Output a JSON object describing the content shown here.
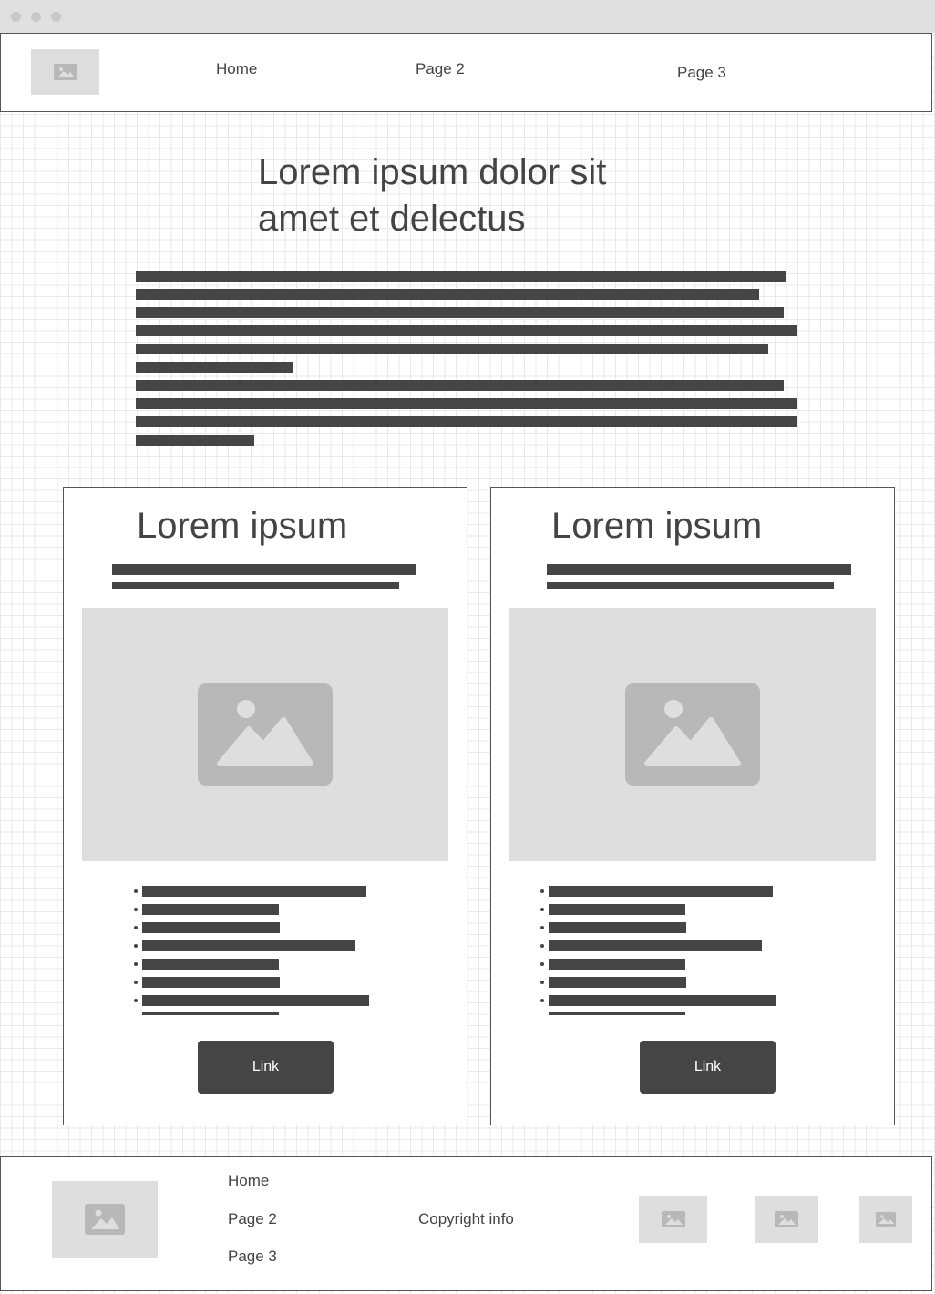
{
  "header": {
    "logo_icon": "image-placeholder-icon",
    "nav": [
      "Home",
      "Page 2",
      "Page 3"
    ]
  },
  "hero": {
    "title_line1": "Lorem ipsum dolor sit",
    "title_line2": "amet et delectus"
  },
  "cards": [
    {
      "title": "Lorem ipsum",
      "image_icon": "image-placeholder-icon",
      "link_label": "Link"
    },
    {
      "title": "Lorem ipsum",
      "image_icon": "image-placeholder-icon",
      "link_label": "Link"
    }
  ],
  "footer": {
    "nav": [
      "Home",
      "Page 2",
      "Page 3"
    ],
    "copyright": "Copyright info",
    "social_icons": [
      "image-placeholder-icon",
      "image-placeholder-icon",
      "image-placeholder-icon"
    ]
  },
  "colors": {
    "text": "#444444",
    "placeholder": "#dedede",
    "placeholder_icon": "#b8b8b8",
    "button": "#454545"
  }
}
